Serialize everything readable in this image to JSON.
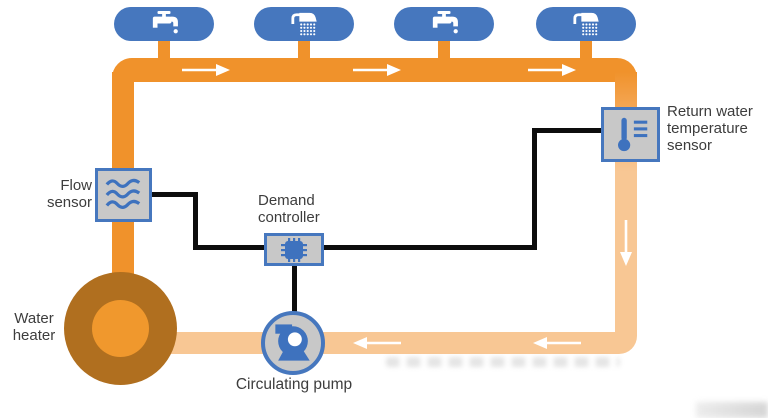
{
  "colors": {
    "fixture_blue": "#4677BE",
    "icon_blue": "#3E72BE",
    "supply_orange": "#F0922B",
    "return_orange": "#F8C794",
    "heater_outer": "#B06F1F",
    "heater_inner": "#F0982D",
    "box_fill": "#C8C8C8",
    "box_border": "#4677BE",
    "wire_black": "#0D0D0D",
    "label_text": "#3D3D3D",
    "arrow_white": "#FFFFFF"
  },
  "fixtures": [
    {
      "type": "faucet"
    },
    {
      "type": "shower"
    },
    {
      "type": "faucet"
    },
    {
      "type": "shower"
    }
  ],
  "labels": {
    "flow_sensor": {
      "lines": [
        "Flow",
        "sensor"
      ]
    },
    "demand_controller": {
      "lines": [
        "Demand",
        "controller"
      ]
    },
    "return_temperature_sensor": {
      "lines": [
        "Return water",
        "temperature",
        "sensor"
      ]
    },
    "water_heater": {
      "lines": [
        "Water",
        "heater"
      ]
    },
    "circulating_pump": {
      "lines": [
        "Circulating pump"
      ]
    }
  },
  "flow": {
    "supply_direction": "right",
    "return_direction": "left",
    "supply_arrow_count": 3,
    "return_arrow_count": 3
  }
}
